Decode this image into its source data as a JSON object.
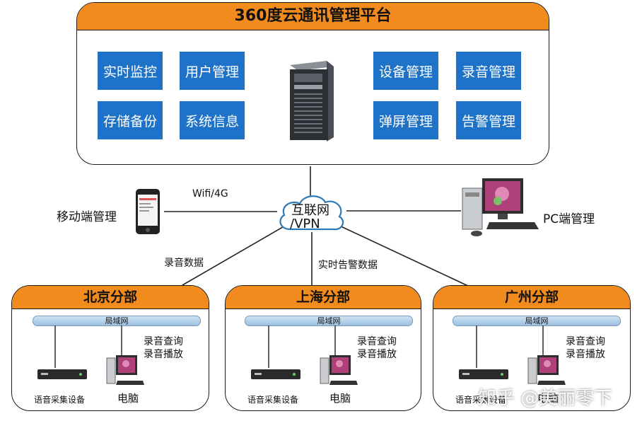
{
  "platform": {
    "title": "360度云通讯管理平台",
    "modules": [
      "实时监控",
      "用户管理",
      "设备管理",
      "录音管理",
      "存储备份",
      "系统信息",
      "弹屏管理",
      "告警管理"
    ]
  },
  "internet": {
    "line1": "互联网",
    "line2": "/VPN"
  },
  "links": {
    "wifi": "Wifi/4G",
    "mobile": "移动端管理",
    "pc": "PC端管理",
    "recording_data": "录音数据",
    "realtime_alarm": "实时告警数据"
  },
  "branches": [
    {
      "name": "北京分部",
      "lan": "局域网",
      "query": "录音查询",
      "playback": "录音播放",
      "device": "语音采集设备",
      "computer": "电脑"
    },
    {
      "name": "上海分部",
      "lan": "局域网",
      "query": "录音查询",
      "playback": "录音播放",
      "device": "语音采集设备",
      "computer": "电脑"
    },
    {
      "name": "广州分部",
      "lan": "局域网",
      "query": "录音查询",
      "playback": "录音播放",
      "device": "语音采集设备",
      "computer": "电脑"
    }
  ],
  "watermark": "知乎 @美丽零下",
  "colors": {
    "header": "#f28b1e",
    "module": "#1e73c8"
  }
}
